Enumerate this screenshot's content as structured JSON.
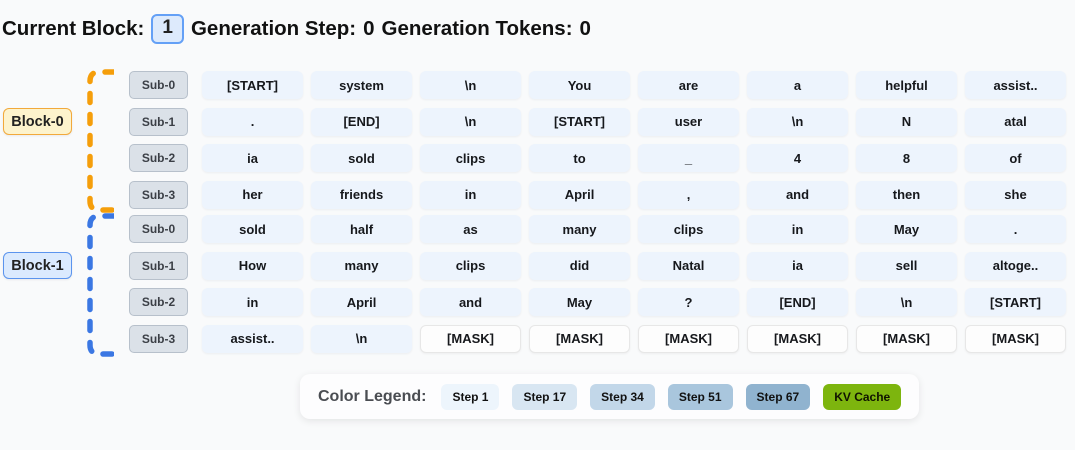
{
  "header": {
    "current_block_label": "Current Block:",
    "current_block_value": "1",
    "generation_step_label": "Generation Step:",
    "generation_step_value": "0",
    "generation_tokens_label": "Generation Tokens:",
    "generation_tokens_value": "0"
  },
  "mask_token": "[MASK]",
  "blocks": [
    {
      "label": "Block-0",
      "colors": {
        "label_bg": "#fdf3cd",
        "label_border": "#f2a93b",
        "bracket": "#f59e0b"
      },
      "rows": [
        {
          "sub_label": "Sub-0",
          "tokens": [
            "[START]",
            "system",
            "\\n",
            "You",
            "are",
            "a",
            "helpful",
            "assist.."
          ]
        },
        {
          "sub_label": "Sub-1",
          "tokens": [
            ".",
            "[END]",
            "\\n",
            "[START]",
            "user",
            "\\n",
            "N",
            "atal"
          ]
        },
        {
          "sub_label": "Sub-2",
          "tokens": [
            "ia",
            "sold",
            "clips",
            "to",
            "_",
            "4",
            "8",
            "of"
          ]
        },
        {
          "sub_label": "Sub-3",
          "tokens": [
            "her",
            "friends",
            "in",
            "April",
            ",",
            "and",
            "then",
            "she"
          ]
        }
      ]
    },
    {
      "label": "Block-1",
      "colors": {
        "label_bg": "#dbeafe",
        "label_border": "#5b94ee",
        "bracket": "#3b77e3"
      },
      "rows": [
        {
          "sub_label": "Sub-0",
          "tokens": [
            "sold",
            "half",
            "as",
            "many",
            "clips",
            "in",
            "May",
            "."
          ]
        },
        {
          "sub_label": "Sub-1",
          "tokens": [
            "How",
            "many",
            "clips",
            "did",
            "Natal",
            "ia",
            "sell",
            "altoge.."
          ]
        },
        {
          "sub_label": "Sub-2",
          "tokens": [
            "in",
            "April",
            "and",
            "May",
            "?",
            "[END]",
            "\\n",
            "[START]"
          ]
        },
        {
          "sub_label": "Sub-3",
          "tokens": [
            "assist..",
            "\\n",
            "[MASK]",
            "[MASK]",
            "[MASK]",
            "[MASK]",
            "[MASK]",
            "[MASK]"
          ]
        }
      ]
    }
  ],
  "legend": {
    "title": "Color Legend:",
    "items": [
      {
        "label": "Step 1",
        "color": "#edf5fc"
      },
      {
        "label": "Step 17",
        "color": "#d8e6f2"
      },
      {
        "label": "Step 34",
        "color": "#c2d7e9"
      },
      {
        "label": "Step 51",
        "color": "#a9c6dd"
      },
      {
        "label": "Step 67",
        "color": "#90b3cf"
      },
      {
        "label": "KV Cache",
        "color": "#7db50e",
        "text_color": "#101300"
      }
    ]
  }
}
